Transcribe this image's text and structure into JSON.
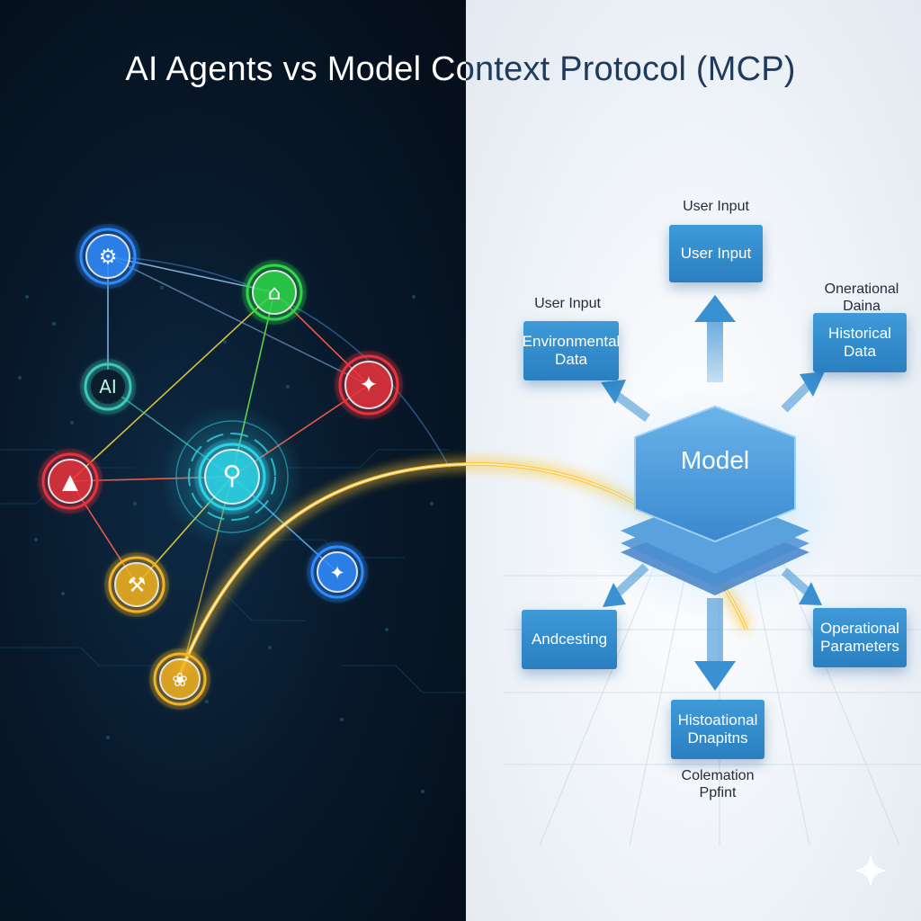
{
  "title": "AI Agents vs Model Context Protocol (MCP)",
  "colors": {
    "left_bg": "#061120",
    "right_bg": "#eef3f8",
    "box_blue": "#3a91d2",
    "agent_blue": "#2f8cff",
    "agent_green": "#2ed84a",
    "agent_red": "#e8333c",
    "agent_yellow": "#f3b320",
    "agent_cyan": "#2fd3e6",
    "link_gold": "#ffc53a"
  },
  "agents": [
    {
      "id": "gear",
      "icon": "gear-icon",
      "color": "#2f8cff"
    },
    {
      "id": "factory",
      "icon": "factory-icon",
      "color": "#2ed84a"
    },
    {
      "id": "ai",
      "icon": "ai-text-icon",
      "label": "AI",
      "color": "#3ec9b6"
    },
    {
      "id": "handshake-red",
      "icon": "handshake-icon",
      "color": "#e8333c"
    },
    {
      "id": "alert",
      "icon": "alert-icon",
      "color": "#e8333c"
    },
    {
      "id": "search",
      "icon": "search-icon",
      "color": "#2fd3e6"
    },
    {
      "id": "tools",
      "icon": "tools-icon",
      "color": "#f3b320"
    },
    {
      "id": "handshake-blue",
      "icon": "handshake-icon",
      "color": "#2f8cff"
    },
    {
      "id": "team",
      "icon": "team-icon",
      "color": "#f3b320"
    }
  ],
  "mcp": {
    "model_label": "Model",
    "boxes": {
      "top": "User Input",
      "left_top": "Environmental Data",
      "right_top": "Historical Data",
      "left_bottom": "Andcesting",
      "right_bottom": "Operational Parameters",
      "bottom": "Histoational Dnapitns"
    },
    "labels": {
      "top": "User Input",
      "left_top": "User Input",
      "right_top": "Onerational Daina",
      "bottom": "Colemation Ppfint"
    }
  }
}
